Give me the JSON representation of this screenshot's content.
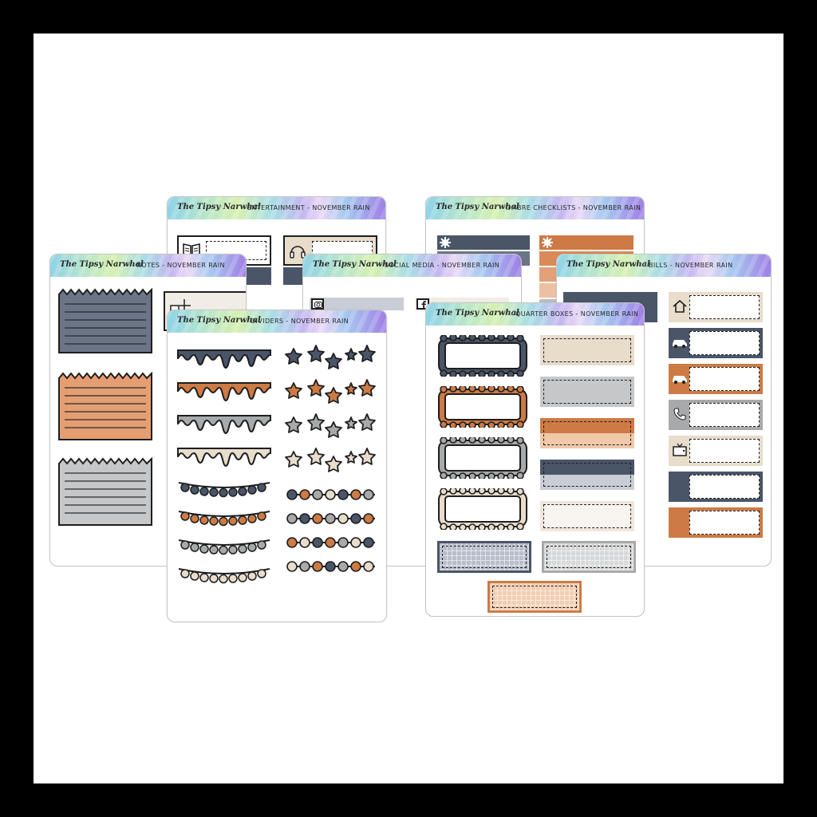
{
  "brand": "The Tipsy Narwhal",
  "sheets": {
    "entertainment": {
      "title": "ENTERTAINMENT - NOVEMBER RAIN"
    },
    "ombre": {
      "title": "OMBRE CHECKLISTS - NOVEMBER RAIN"
    },
    "notes": {
      "title": "NOTES - NOVEMBER RAIN"
    },
    "social": {
      "title": "SOCIAL MEDIA - NOVEMBER RAIN"
    },
    "bills": {
      "title": "BILLS - NOVEMBER RAIN"
    },
    "dividers": {
      "title": "DIVIDERS - NOVEMBER RAIN"
    },
    "quarter": {
      "title": "QUARTER BOXES - NOVEMBER RAIN"
    }
  },
  "colors": {
    "navy": "#4a5568",
    "orange": "#cd7a45",
    "gray": "#a7a9ab",
    "beige": "#e8dccb",
    "peach": "#f0c8aa",
    "light": "#f1ede6",
    "slate": "#c9ced6"
  },
  "icons": [
    "book-icon",
    "headphones-icon",
    "tv-icon",
    "camera-icon",
    "facebook-icon",
    "tiktok-icon",
    "home-icon",
    "car-icon",
    "phone-icon",
    "gear-icon"
  ]
}
